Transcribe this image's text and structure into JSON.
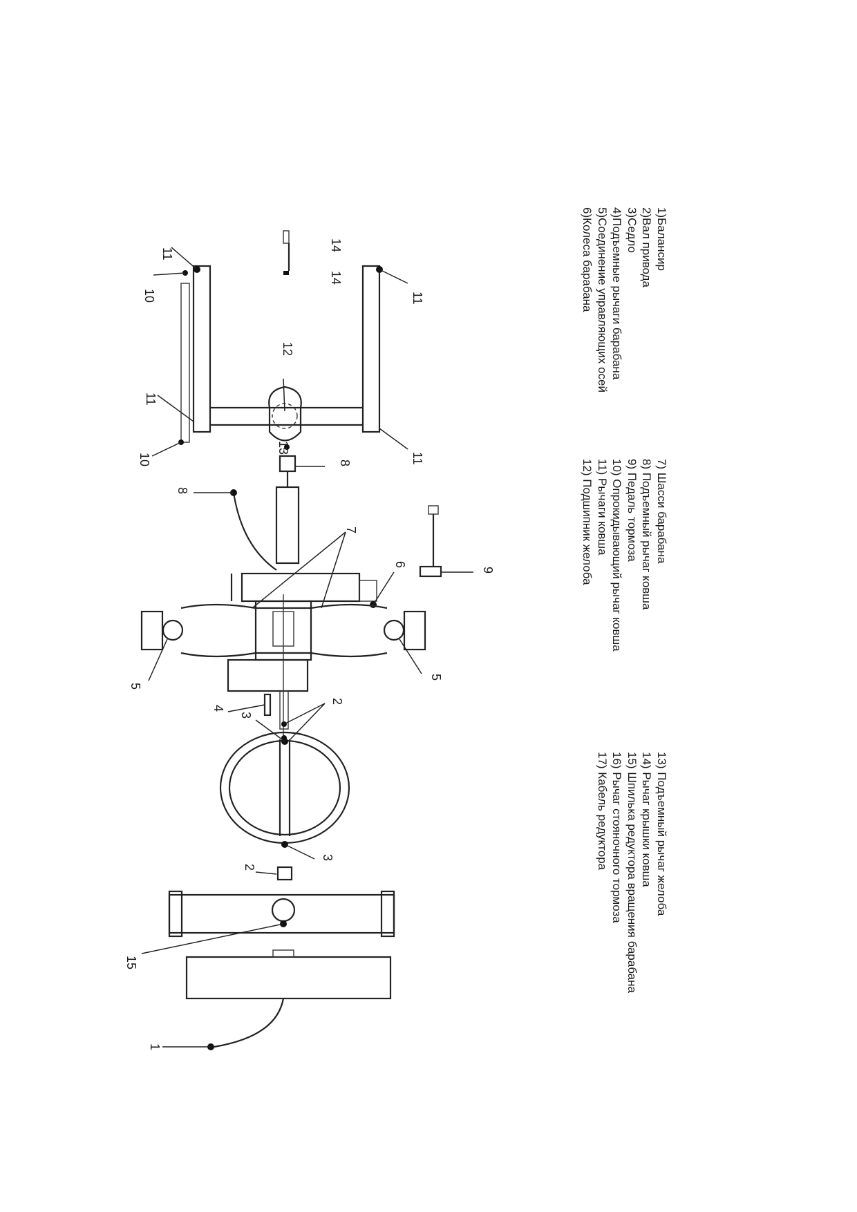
{
  "legend": {
    "col1": [
      "1)Балансир",
      "2)Вал привода",
      "3)Седло",
      "4)Подъемные рычаги барабана",
      "5)Соединение управляющих осей",
      "6)Колеса барабана"
    ],
    "col2": [
      "7)  Шасси барабана",
      "8)  Подъемный рычаг ковша",
      "9)  Педаль тормоза",
      "10) Опрокидывающий рычаг ковша",
      "11) Рычаги ковша",
      "12) Подшипник желоба"
    ],
    "col3": [
      "13)  Подъемный рычаг желоба",
      "14)  Рычаг крышки ковша",
      "15)  Шпилька редуктора  вращения барабана",
      "16)  Рычаг стояночного тормоза",
      "17)  Кабель редуктора"
    ]
  },
  "callouts": [
    "1",
    "2",
    "3",
    "4",
    "5",
    "6",
    "7",
    "8",
    "9",
    "10",
    "11",
    "12",
    "13",
    "14",
    "15"
  ]
}
